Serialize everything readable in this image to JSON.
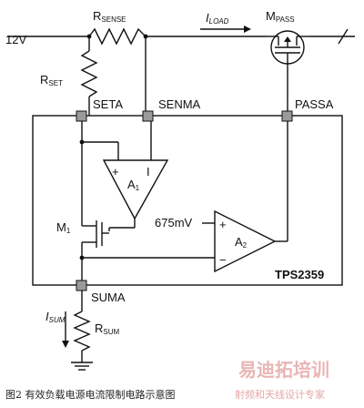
{
  "diagram": {
    "supply_label": "12V",
    "rsense": {
      "main": "R",
      "sub": "SENSE"
    },
    "iload": {
      "main": "I",
      "sub": "LOAD"
    },
    "mpass": {
      "main": "M",
      "sub": "PASS"
    },
    "rset": {
      "main": "R",
      "sub": "SET"
    },
    "pins": {
      "seta": "SETA",
      "senma": "SENMA",
      "passa": "PASSA",
      "suma": "SUMA"
    },
    "amp1": {
      "main": "A",
      "sub": "1",
      "plus": "+",
      "minus": "I"
    },
    "amp2": {
      "main": "A",
      "sub": "2",
      "plus": "+",
      "minus": "−"
    },
    "m1": {
      "main": "M",
      "sub": "1"
    },
    "vref": "675mV",
    "chip_name": "TPS2359",
    "isum": {
      "main": "I",
      "sub": "SUM"
    },
    "rsum": {
      "main": "R",
      "sub": "SUM"
    }
  },
  "caption": "图2 有效负载电源电流限制电路示意图",
  "watermark": {
    "brand": "易迪拓培训",
    "tagline": "射频和天线设计专家"
  }
}
